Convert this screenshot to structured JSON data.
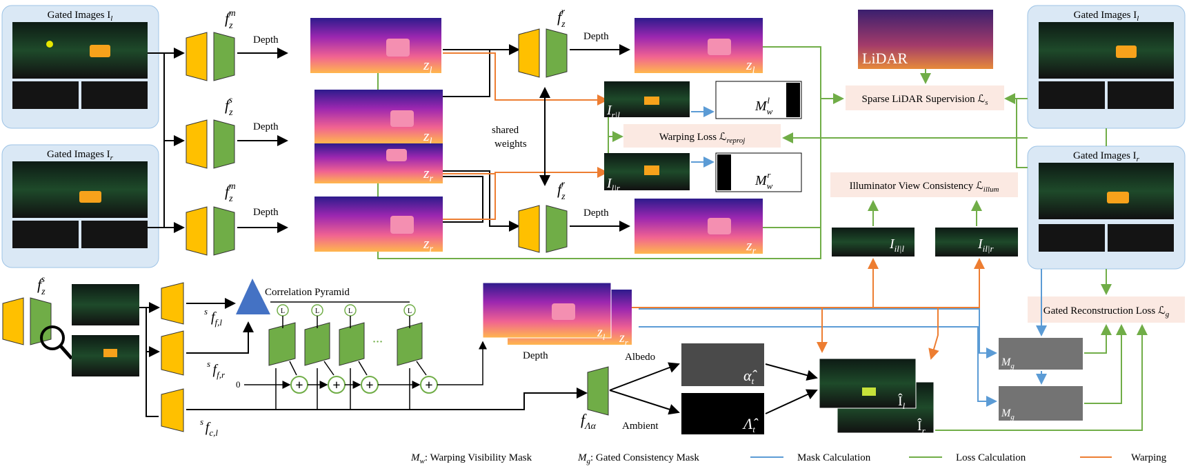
{
  "panels": {
    "gated_left_top": "Gated Images I",
    "gated_right_top": "Gated Images I",
    "sub_l": "l",
    "sub_r": "r"
  },
  "networks": {
    "f": "f",
    "m": "m",
    "s": "s",
    "r": "r",
    "z": "z",
    "f_l": "f,l",
    "f_r": "f,r",
    "c_l": "c,l",
    "fLa": "f",
    "La": "Λα"
  },
  "depth_label": "Depth",
  "shared_weights": [
    "shared",
    "weights"
  ],
  "z_labels": {
    "zl": "z",
    "zr": "z",
    "l": "l",
    "r": "r"
  },
  "lidar": "LiDAR",
  "losses": {
    "sparse": "Sparse LiDAR Supervision ℒ",
    "sparse_sub": "s",
    "warping": "Warping Loss ℒ",
    "warping_sub": "reproj",
    "illum": "Illuminator View Consistency ℒ",
    "illum_sub": "illum",
    "gated": "Gated Reconstruction Loss ℒ",
    "gated_sub": "g"
  },
  "warped": {
    "Irl": "I",
    "Irl_sub": "r|l",
    "Ilr": "I",
    "Ilr_sub": "l|r",
    "Iill": "I",
    "Iill_sub": "il|l",
    "Iilr": "I",
    "Iilr_sub": "il|r"
  },
  "masks": {
    "Mw": "M",
    "Mw_sub": "w",
    "Mw_sup_l": "l",
    "Mw_sup_r": "r",
    "Mg": "M",
    "Mg_sub": "g"
  },
  "correlation": "Correlation Pyramid",
  "pyramid_L": "L",
  "zero": "0",
  "dots": "∙∙∙",
  "albedo": "Albedo",
  "ambient": "Ambient",
  "alpha_hat": "α̂",
  "lambda_hat": "Λ̂",
  "t_sub": "t",
  "I_hat": "Î",
  "legend": {
    "mw": "M",
    "mw_sub": "w",
    "mw_text": ": Warping Visibility Mask",
    "mg": "M",
    "mg_sub": "g",
    "mg_text": ": Gated Consistency Mask",
    "mask_calc": "Mask Calculation",
    "loss_calc": "Loss Calculation",
    "warping": "Warping"
  },
  "colors": {
    "blue": "#5b9bd5",
    "green": "#70ad47",
    "orange": "#ed7d31",
    "panel": "#dae8f5",
    "loss_box": "#fbe9e2",
    "encoder_yellow": "#ffc000",
    "encoder_green": "#70ad47",
    "pyramid_blue": "#4472c4"
  }
}
